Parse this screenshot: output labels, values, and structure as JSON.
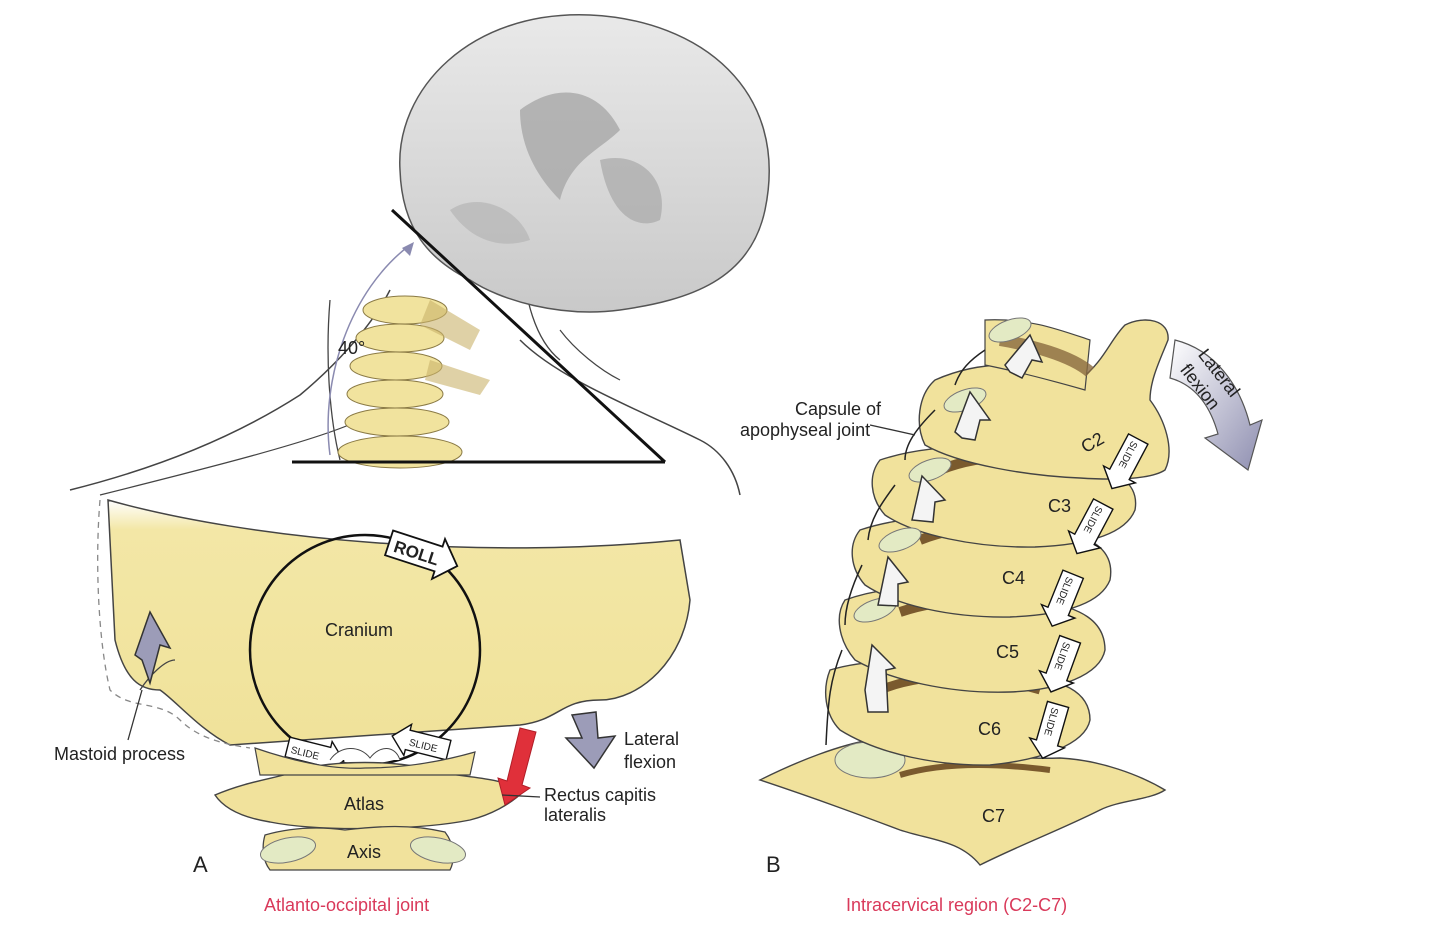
{
  "panel_a": {
    "letter": "A",
    "angle_label": "40°",
    "roll_tag": "ROLL",
    "slide_tag": "SLIDE",
    "cranium_label": "Cranium",
    "mastoid_label": "Mastoid process",
    "lateral_flexion_label": [
      "Lateral",
      "flexion"
    ],
    "rectus_label": [
      "Rectus capitis",
      "lateralis"
    ],
    "atlas_label": "Atlas",
    "axis_label": "Axis",
    "caption": "Atlanto-occipital joint"
  },
  "panel_b": {
    "letter": "B",
    "capsule_label": [
      "Capsule of",
      "apophyseal joint"
    ],
    "lateral_flexion_label": [
      "Lateral",
      "flexion"
    ],
    "slide_tag": "SLIDE",
    "vertebrae": [
      "C2",
      "C3",
      "C4",
      "C5",
      "C6",
      "C7"
    ],
    "caption": "Intracervical region (C2-C7)"
  },
  "colors": {
    "bone": "#f3e7a6",
    "bone_shadow": "#8a6a3e",
    "skin_gray": "#d4d4d4",
    "arrow_purple": "#9c9cb8",
    "muscle_red": "#e0303a",
    "caption_red": "#d9395a"
  }
}
